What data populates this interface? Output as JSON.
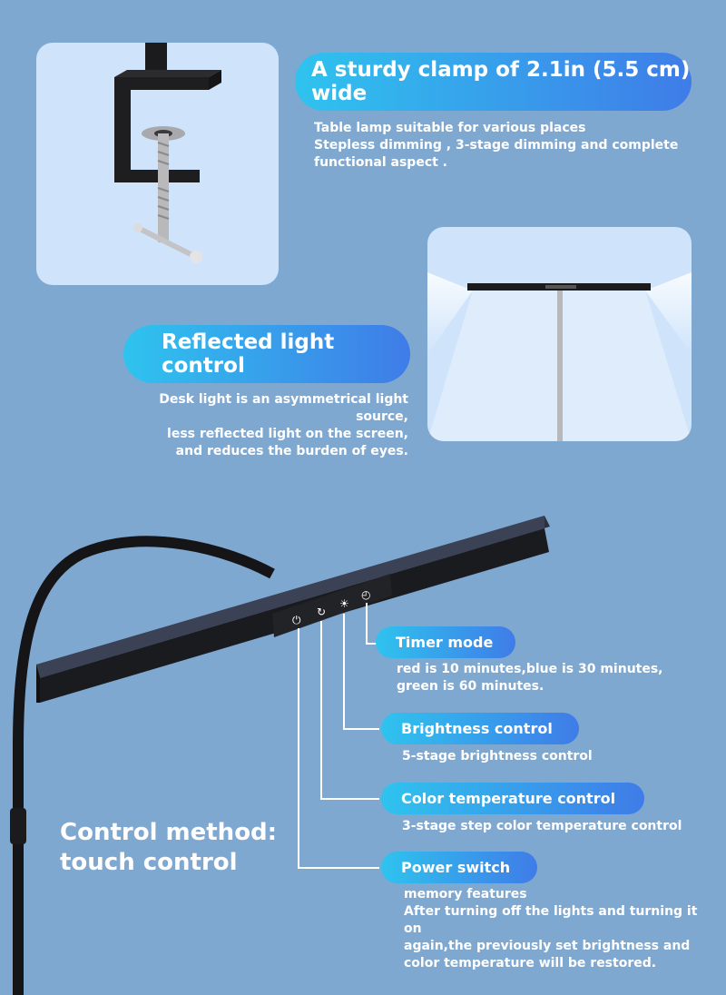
{
  "colors": {
    "background": "#7fa8d1",
    "card": "#cfe4fb",
    "pill_start": "#2fc3ee",
    "pill_end": "#3f7ce8"
  },
  "clamp": {
    "heading": "A sturdy clamp of 2.1in (5.5 cm) wide",
    "lines": [
      "Table lamp suitable for various places",
      "Stepless dimming , 3-stage dimming and complete",
      "functional aspect ."
    ]
  },
  "reflected": {
    "heading": "Reflected light control",
    "lines": [
      "Desk light is an asymmetrical light source,",
      "less reflected light on the screen,",
      "and reduces the burden of eyes."
    ]
  },
  "control_method": {
    "line1": "Control method:",
    "line2": "touch control"
  },
  "features": [
    {
      "title": "Timer mode",
      "lines": [
        "red is 10 minutes,blue is 30 minutes,",
        "green is 60 minutes."
      ]
    },
    {
      "title": "Brightness control",
      "lines": [
        "5-stage brightness control"
      ]
    },
    {
      "title": "Color temperature control",
      "lines": [
        "3-stage step color temperature control"
      ]
    },
    {
      "title": "Power switch",
      "lines": [
        "memory features",
        "After turning off the lights and turning it on",
        "again,the previously set  brightness and",
        "color temperature will be restored."
      ]
    }
  ],
  "icons": [
    "power-icon",
    "color-cycle-icon",
    "brightness-icon",
    "timer-icon"
  ]
}
